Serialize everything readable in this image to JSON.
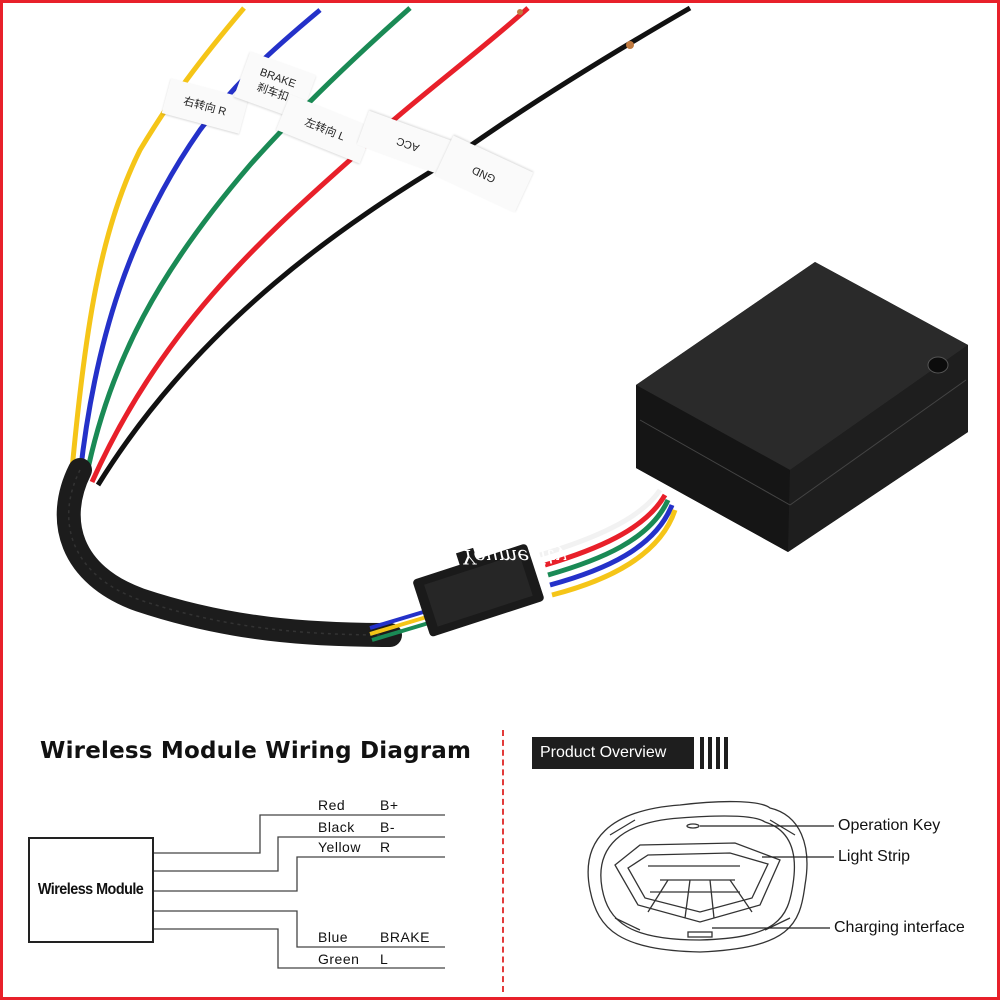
{
  "photo": {
    "wire_tags": {
      "right_turn": "右转向 R",
      "brake_en": "BRAKE",
      "brake_zh": "刹车扣",
      "left_turn": "左转向 L",
      "acc": "ACC",
      "gnd": "GND"
    },
    "watermark": "Youmecity",
    "wire_colors": {
      "yellow": "#f5c518",
      "blue": "#2431c9",
      "green": "#1a8a55",
      "red": "#e8202a",
      "black": "#111111",
      "white": "#f2f2f2"
    }
  },
  "wiring_diagram": {
    "title": "Wireless Module Wiring Diagram",
    "module_label": "Wireless Module",
    "wires": [
      {
        "color": "Red",
        "function": "B+"
      },
      {
        "color": "Black",
        "function": "B-"
      },
      {
        "color": "Yellow",
        "function": "R"
      },
      {
        "color": "Blue",
        "function": "BRAKE"
      },
      {
        "color": "Green",
        "function": "L"
      }
    ]
  },
  "product_overview": {
    "heading": "Product Overview",
    "callouts": [
      "Operation Key",
      "Light Strip",
      "Charging interface"
    ]
  },
  "frame_color": "#e8202a"
}
